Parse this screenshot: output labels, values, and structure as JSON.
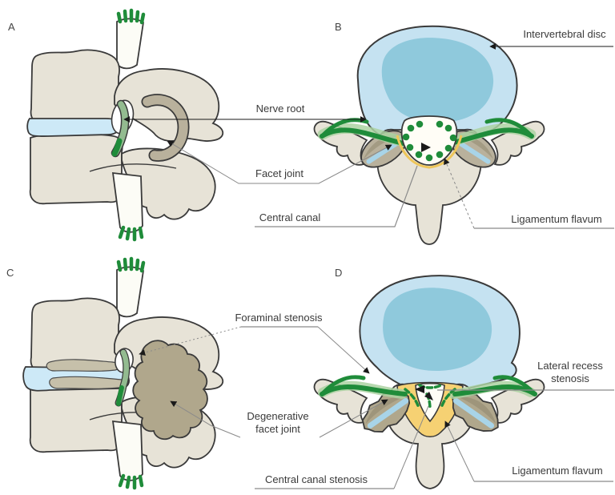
{
  "figure": {
    "panels": [
      {
        "letter": "A"
      },
      {
        "letter": "B"
      },
      {
        "letter": "C"
      },
      {
        "letter": "D"
      }
    ],
    "labels": {
      "nerve_root": "Nerve root",
      "facet_joint": "Facet joint",
      "central_canal": "Central canal",
      "intervertebral_disc": "Intervertebral disc",
      "ligamentum_flavum_b": "Ligamentum flavum",
      "foraminal_stenosis": "Foraminal stenosis",
      "degenerative_facet_line1": "Degenerative",
      "degenerative_facet_line2": "facet joint",
      "central_canal_stenosis": "Central canal stenosis",
      "lateral_recess_line1": "Lateral recess",
      "lateral_recess_line2": "stenosis",
      "ligamentum_flavum_d": "Ligamentum flavum"
    },
    "colors": {
      "bone": "#e7e3d7",
      "outline": "#3a3a3a",
      "disc_blue": "#cde9f7",
      "disc_outer": "#c5e2f1",
      "disc_nucleus": "#8fc9dc",
      "nerve_green": "#1f8c3a",
      "nerve_sage": "#93bb90",
      "nerve_halo": "#abd2a2",
      "facet_taupe": "#b9b19c",
      "degen_taupe": "#b0a78c",
      "facet_stripe": "#a8d4e8",
      "flavum_yellow": "#eec65a",
      "flavum_fill": "#f6d173",
      "canal_white": "#fffdf6",
      "label_text": "#3a3a3a",
      "leader_gray": "#8a8a8a"
    }
  }
}
